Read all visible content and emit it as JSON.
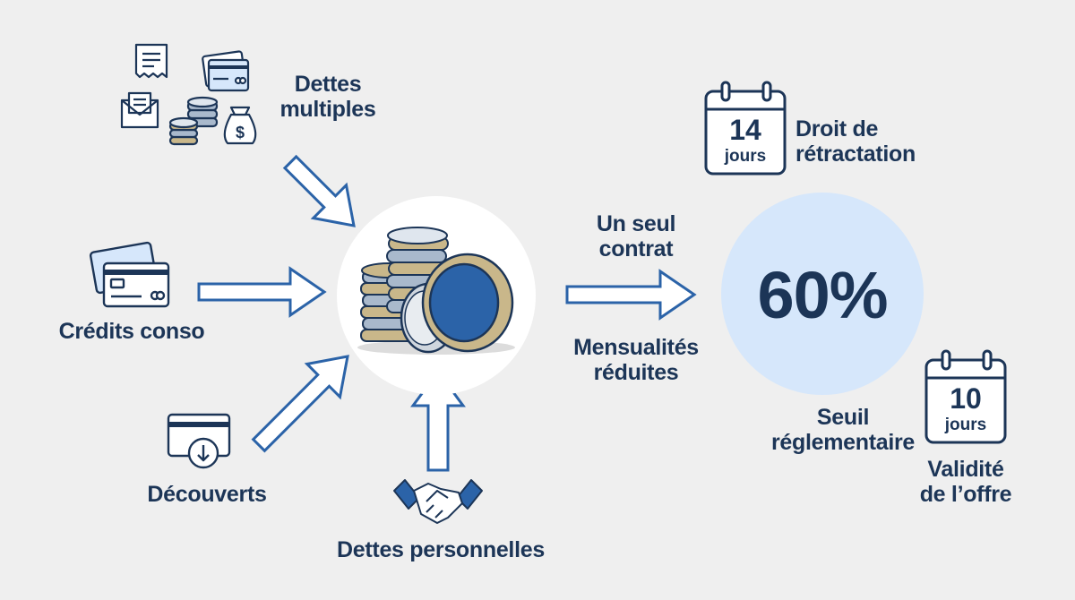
{
  "sources": {
    "dettes_multiples": [
      "Dettes",
      "multiples"
    ],
    "credits_conso": "Crédits conso",
    "decouverts": "Découverts",
    "dettes_personnelles": "Dettes personnelles"
  },
  "outcome": {
    "un_seul_contrat": [
      "Un seul",
      "contrat"
    ],
    "mensualites": [
      "Mensualités",
      "réduites"
    ]
  },
  "seuil": {
    "value": "60%",
    "label": [
      "Seuil",
      "réglementaire"
    ]
  },
  "retractation": {
    "number": "14",
    "unit": "jours",
    "label": [
      "Droit de",
      "rétractation"
    ]
  },
  "validite": {
    "number": "10",
    "unit": "jours",
    "label": [
      "Validité",
      "de l’offre"
    ]
  },
  "colors": {
    "navy": "#1c3557",
    "blue": "#2b63a8",
    "light_blue": "#d6e7fb",
    "gold": "#c9b78a",
    "background": "#efefef"
  },
  "icons": [
    "receipt-icon",
    "credit-card-icon",
    "envelope-icon",
    "coin-stack-icon",
    "money-bag-icon",
    "card-download-icon",
    "handshake-icon",
    "calendar-icon",
    "coins-icon"
  ]
}
